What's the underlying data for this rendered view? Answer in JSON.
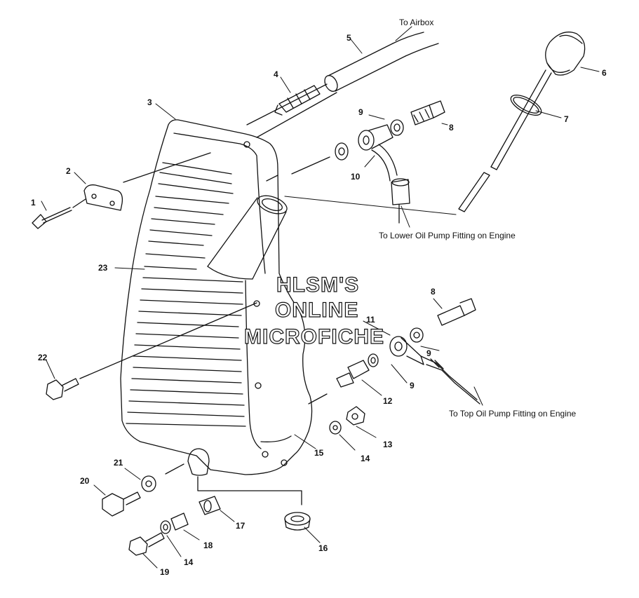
{
  "notes": {
    "airbox": "To Airbox",
    "lower_pump": "To Lower Oil Pump Fitting on Engine",
    "top_pump": "To Top Oil Pump Fitting on Engine"
  },
  "watermark": {
    "line1": "HLSM'S",
    "line2": "ONLINE",
    "line3": "MICROFICHE"
  },
  "callouts": {
    "c1": "1",
    "c2": "2",
    "c3": "3",
    "c4": "4",
    "c5": "5",
    "c6": "6",
    "c7": "7",
    "c8a": "8",
    "c8b": "8",
    "c9a": "9",
    "c9b": "9",
    "c9c": "9",
    "c10": "10",
    "c11": "11",
    "c12": "12",
    "c13": "13",
    "c14a": "14",
    "c14b": "14",
    "c15": "15",
    "c16": "16",
    "c17": "17",
    "c18": "18",
    "c19": "19",
    "c20": "20",
    "c21": "21",
    "c22": "22",
    "c23": "23"
  }
}
